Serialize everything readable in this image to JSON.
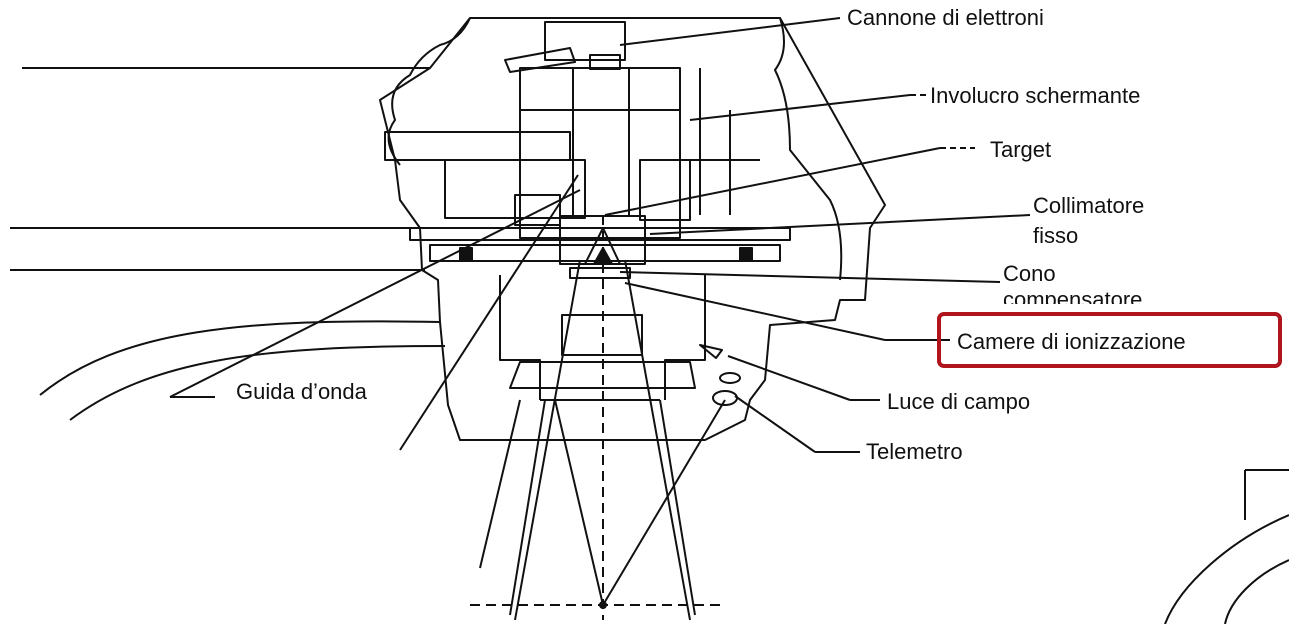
{
  "diagram": {
    "labels": {
      "electron_gun": "Cannone di elettroni",
      "shielding_housing": "Involucro schermante",
      "target": "Target",
      "fixed_collimator_line1": "Collimatore",
      "fixed_collimator_line2": "fisso",
      "compensator_cone_line1": "Cono",
      "compensator_cone_line2": "compensatore",
      "ionization_chambers": "Camere di ionizzazione",
      "waveguide": "Guida d’onda",
      "field_light": "Luce di campo",
      "telemeter": "Telemetro"
    },
    "highlighted_label": "ionization_chambers",
    "colors": {
      "line": "#111111",
      "highlight_border": "#b0141c",
      "background": "#ffffff"
    }
  }
}
